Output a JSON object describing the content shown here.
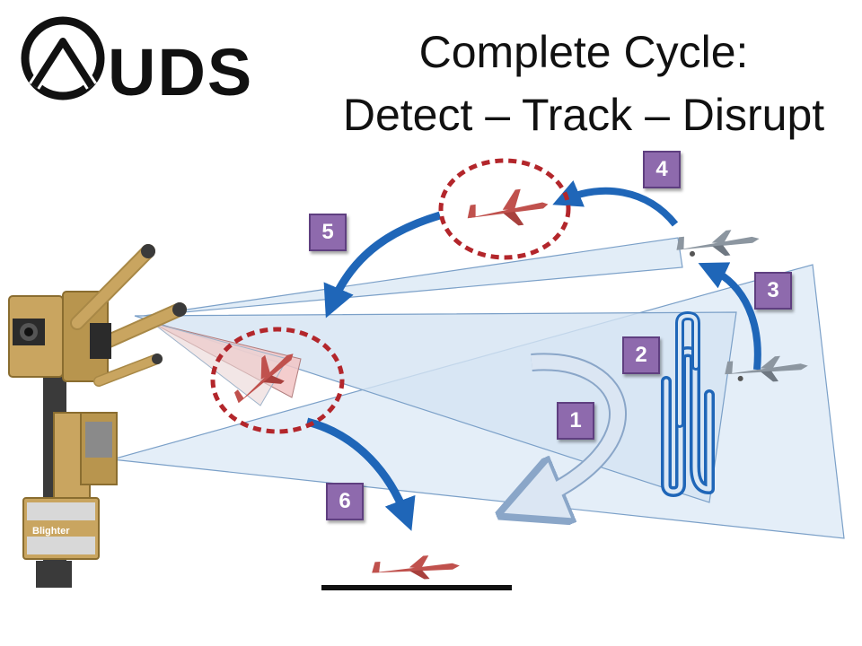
{
  "logo": {
    "text": "UDS"
  },
  "title": {
    "line1": "Complete Cycle:",
    "line2": "Detect – Track – Disrupt"
  },
  "steps": [
    "1",
    "2",
    "3",
    "4",
    "5",
    "6"
  ],
  "device_label": "Blighter",
  "colors": {
    "badge": "#8e6aad",
    "arrow": "#1f66b8",
    "arrow_light": "#c6d8ee",
    "beam": "#dbe8f5",
    "beam_stroke": "#7ba0c8",
    "jammer_beam": "#f2c4c4",
    "target_circle": "#b3262b",
    "drone_hostile": "#c0514d",
    "drone_tracked": "#8c96a0",
    "equipment": "#c9a560"
  }
}
